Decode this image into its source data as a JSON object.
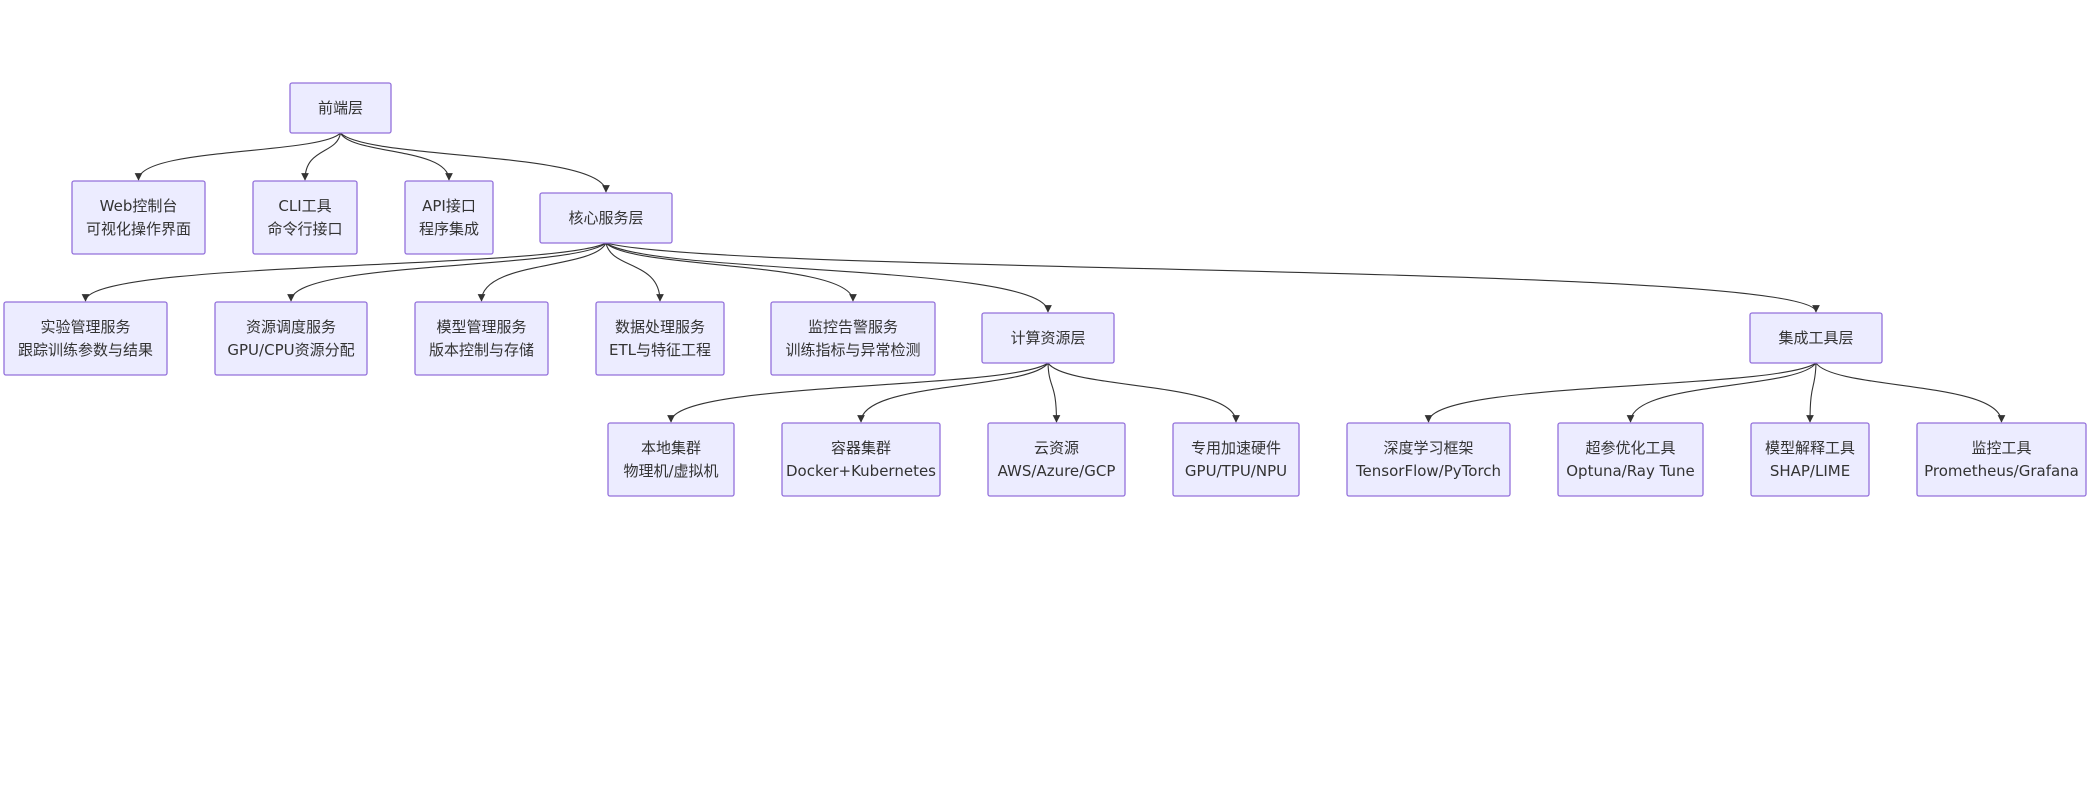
{
  "colors": {
    "node_fill": "#ECECFF",
    "node_stroke": "#9370DB",
    "edge": "#333333",
    "text": "#333333"
  },
  "nodes": {
    "frontend": {
      "lines": [
        "前端层"
      ]
    },
    "web": {
      "lines": [
        "Web控制台",
        "可视化操作界面"
      ]
    },
    "cli": {
      "lines": [
        "CLI工具",
        "命令行接口"
      ]
    },
    "api": {
      "lines": [
        "API接口",
        "程序集成"
      ]
    },
    "core": {
      "lines": [
        "核心服务层"
      ]
    },
    "experiment": {
      "lines": [
        "实验管理服务",
        "跟踪训练参数与结果"
      ]
    },
    "scheduler": {
      "lines": [
        "资源调度服务",
        "GPU/CPU资源分配"
      ]
    },
    "model": {
      "lines": [
        "模型管理服务",
        "版本控制与存储"
      ]
    },
    "data": {
      "lines": [
        "数据处理服务",
        "ETL与特征工程"
      ]
    },
    "monitor_svc": {
      "lines": [
        "监控告警服务",
        "训练指标与异常检测"
      ]
    },
    "compute": {
      "lines": [
        "计算资源层"
      ]
    },
    "integration": {
      "lines": [
        "集成工具层"
      ]
    },
    "local": {
      "lines": [
        "本地集群",
        "物理机/虚拟机"
      ]
    },
    "container": {
      "lines": [
        "容器集群",
        "Docker+Kubernetes"
      ]
    },
    "cloud": {
      "lines": [
        "云资源",
        "AWS/Azure/GCP"
      ]
    },
    "accel": {
      "lines": [
        "专用加速硬件",
        "GPU/TPU/NPU"
      ]
    },
    "dl": {
      "lines": [
        "深度学习框架",
        "TensorFlow/PyTorch"
      ]
    },
    "hpo": {
      "lines": [
        "超参优化工具",
        "Optuna/Ray Tune"
      ]
    },
    "explain": {
      "lines": [
        "模型解释工具",
        "SHAP/LIME"
      ]
    },
    "monitor_tool": {
      "lines": [
        "监控工具",
        "Prometheus/Grafana"
      ]
    }
  },
  "edges": [
    {
      "from": "frontend",
      "to": "web"
    },
    {
      "from": "frontend",
      "to": "cli"
    },
    {
      "from": "frontend",
      "to": "api"
    },
    {
      "from": "frontend",
      "to": "core"
    },
    {
      "from": "core",
      "to": "experiment"
    },
    {
      "from": "core",
      "to": "scheduler"
    },
    {
      "from": "core",
      "to": "model"
    },
    {
      "from": "core",
      "to": "data"
    },
    {
      "from": "core",
      "to": "monitor_svc"
    },
    {
      "from": "core",
      "to": "compute"
    },
    {
      "from": "core",
      "to": "integration"
    },
    {
      "from": "compute",
      "to": "local"
    },
    {
      "from": "compute",
      "to": "container"
    },
    {
      "from": "compute",
      "to": "cloud"
    },
    {
      "from": "compute",
      "to": "accel"
    },
    {
      "from": "integration",
      "to": "dl"
    },
    {
      "from": "integration",
      "to": "hpo"
    },
    {
      "from": "integration",
      "to": "explain"
    },
    {
      "from": "integration",
      "to": "monitor_tool"
    }
  ]
}
